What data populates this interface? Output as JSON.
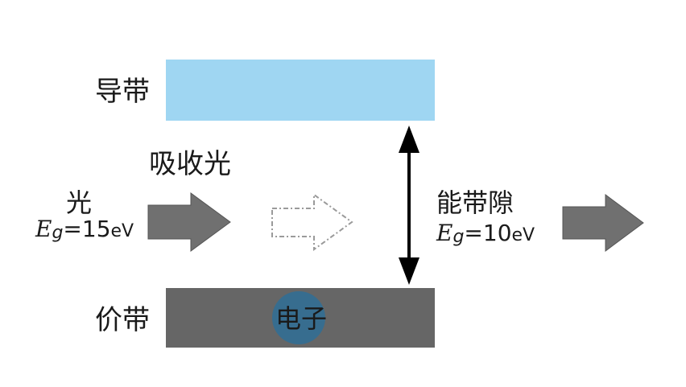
{
  "conduction_band": {
    "label": "导带",
    "color": "#9fd6f2"
  },
  "valence_band": {
    "label": "价带",
    "color": "#666666"
  },
  "absorb_label": "吸收光",
  "incident_light": {
    "label": "光",
    "eq_symbol": "E",
    "eq_sub": "g",
    "eq_value": "=15",
    "eq_unit": "eV"
  },
  "band_gap": {
    "label": "能带隙",
    "eq_symbol": "E",
    "eq_sub": "g",
    "eq_value": "=10",
    "eq_unit": "eV"
  },
  "electron": {
    "label": "电子",
    "color": "#2f6f96"
  },
  "colors": {
    "arrow_fill": "#707070",
    "arrow_dashed": "#9a9a9a",
    "gap_arrow": "#000000"
  }
}
